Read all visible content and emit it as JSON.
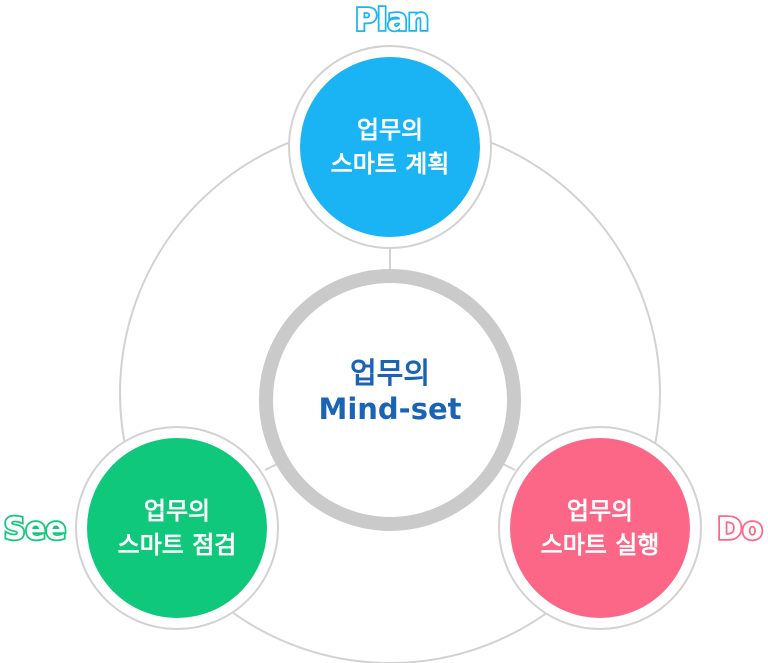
{
  "center": {
    "line1": "업무의",
    "line2": "Mind-set"
  },
  "nodes": [
    {
      "phase": "Plan",
      "line1": "업무의",
      "line2": "스마트 계획",
      "color": "#1ab4f5"
    },
    {
      "phase": "Do",
      "line1": "업무의",
      "line2": "스마트 실행",
      "color": "#fd6787"
    },
    {
      "phase": "See",
      "line1": "업무의",
      "line2": "스마트 점검",
      "color": "#10c87b"
    }
  ]
}
